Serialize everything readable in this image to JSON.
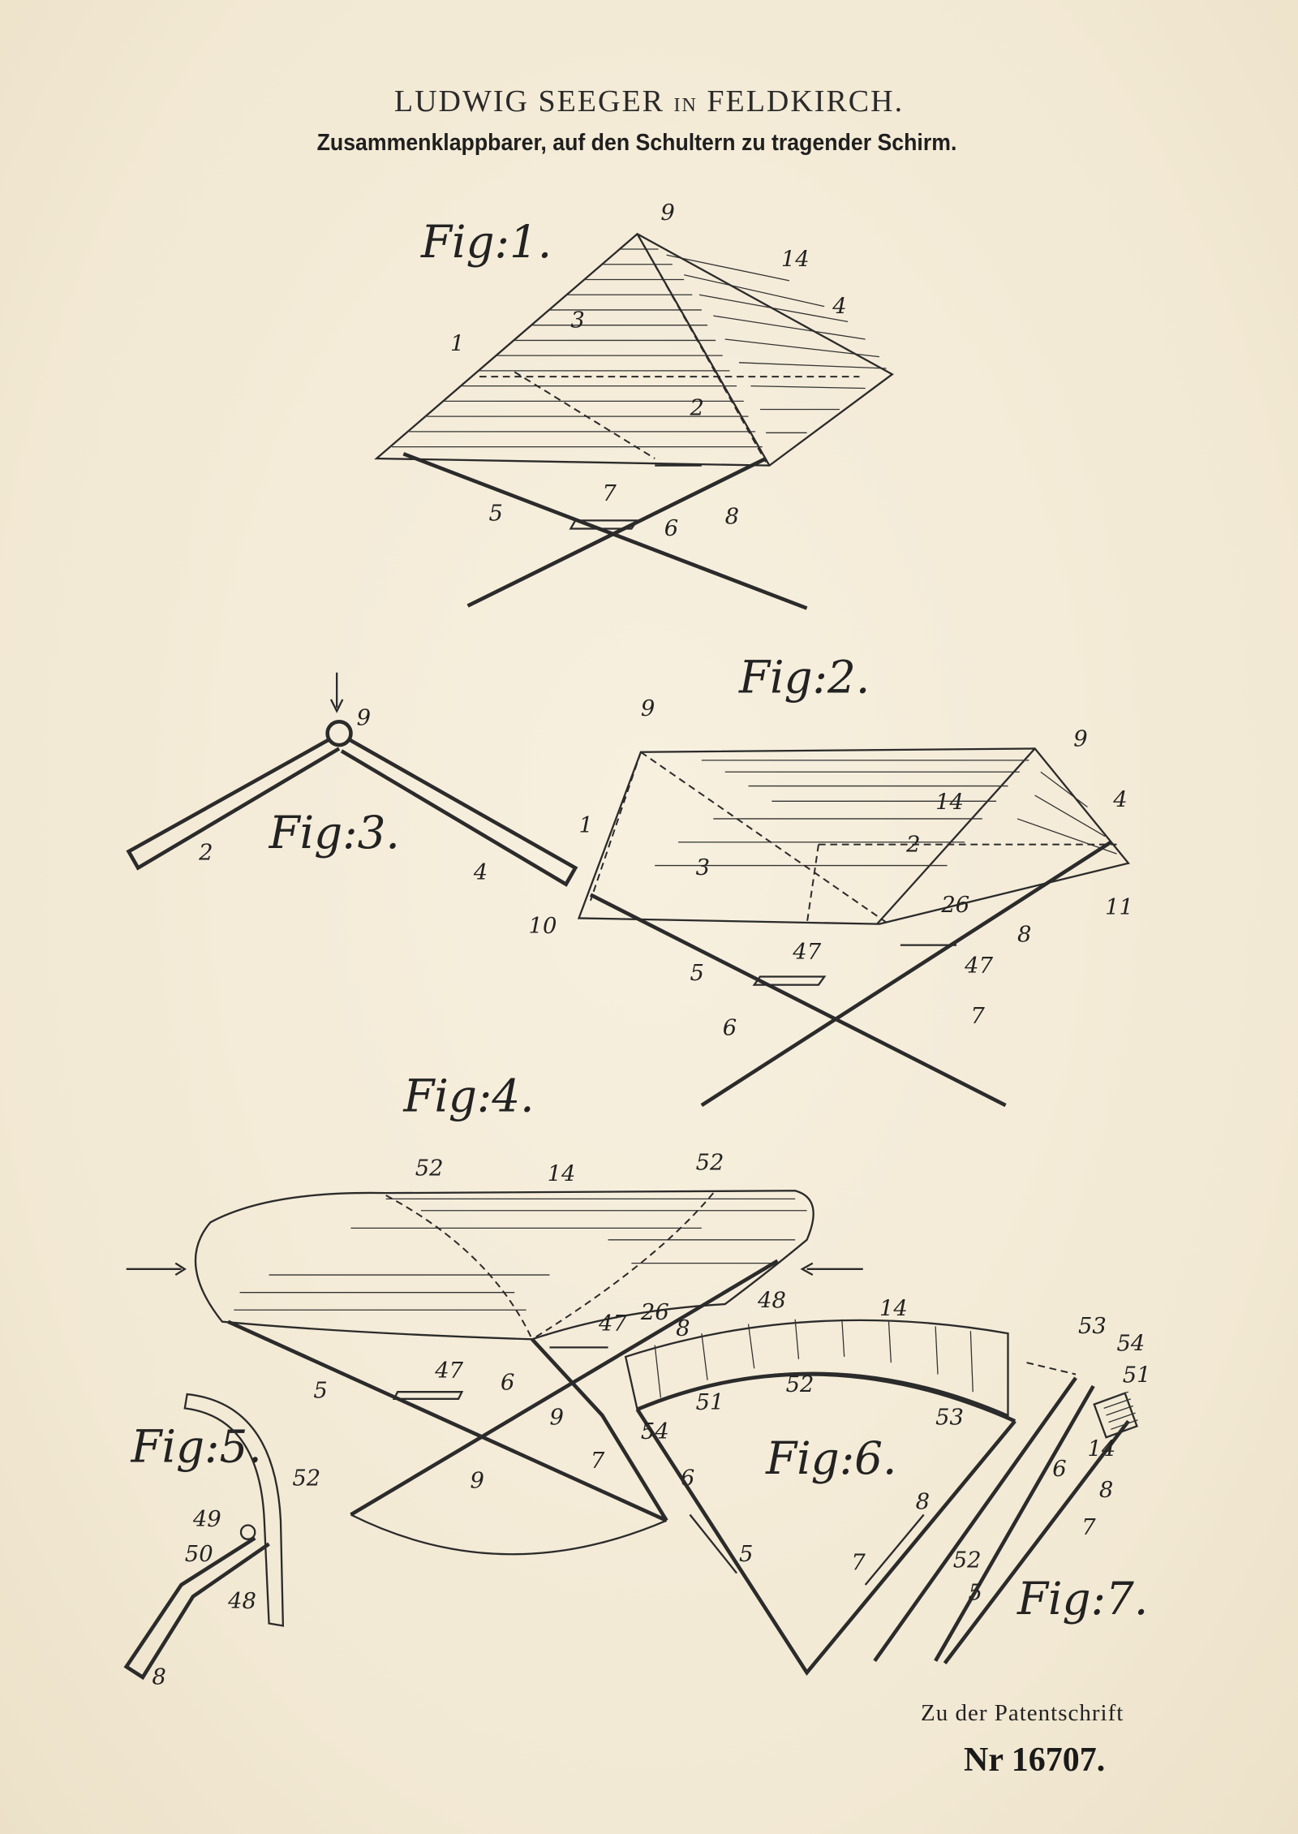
{
  "header": {
    "inventor_main": "LUDWIG SEEGER",
    "inventor_in": "IN",
    "inventor_place": "FELDKIRCH.",
    "subtitle": "Zusammenklappbarer, auf den Schultern zu tragender Schirm."
  },
  "figures": [
    {
      "label": "Fig:1.",
      "numbers": [
        "9",
        "14",
        "4",
        "3",
        "1",
        "2",
        "5",
        "7",
        "6",
        "8"
      ]
    },
    {
      "label": "Fig:2.",
      "numbers": [
        "9",
        "9",
        "14",
        "4",
        "1",
        "3",
        "2",
        "10",
        "26",
        "11",
        "8",
        "5",
        "47",
        "47",
        "6",
        "7"
      ]
    },
    {
      "label": "Fig:3.",
      "numbers": [
        "9",
        "2",
        "4"
      ]
    },
    {
      "label": "Fig:4.",
      "numbers": [
        "52",
        "14",
        "52",
        "48",
        "47",
        "26",
        "8",
        "47",
        "5",
        "6",
        "9",
        "9",
        "7",
        "6",
        "5"
      ]
    },
    {
      "label": "Fig:5.",
      "numbers": [
        "52",
        "49",
        "50",
        "48",
        "8"
      ]
    },
    {
      "label": "Fig:6.",
      "numbers": [
        "14",
        "51",
        "52",
        "53",
        "54",
        "8",
        "7",
        "52"
      ]
    },
    {
      "label": "Fig:7.",
      "numbers": [
        "53",
        "54",
        "51",
        "6",
        "14",
        "8",
        "7",
        "5"
      ]
    }
  ],
  "footer": {
    "reference": "Zu der Patentschrift",
    "patent_number": "Nr 16707."
  },
  "colors": {
    "paper": "#f4ecd9",
    "ink": "#222222"
  }
}
